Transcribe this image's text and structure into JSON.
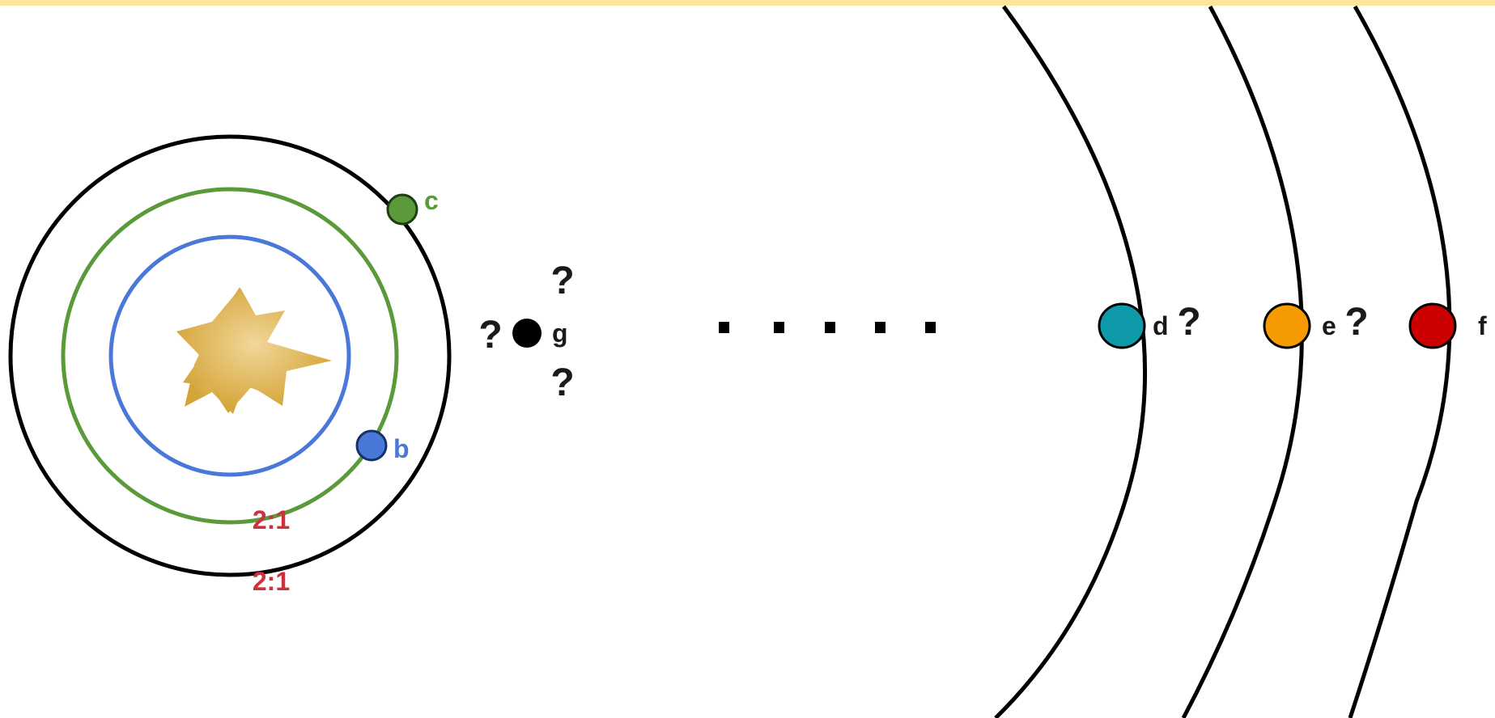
{
  "colors": {
    "top_band": "#fde59a",
    "star_outer": "#d4a437",
    "star_inner": "#f2d79a",
    "orbit_b": "#4a78d8",
    "orbit_c": "#5a9a3a",
    "orbit_g": "#000000",
    "ratio_text": "#d0303c",
    "planet_b": "#4a78d8",
    "planet_c": "#5a9a3a",
    "planet_g": "#000000",
    "planet_d": "#0e9aa8",
    "planet_e": "#f59a00",
    "planet_f": "#cc0000",
    "label_b": "#4a78d8",
    "label_c": "#5a9a3a",
    "label_dark": "#1a1a1a"
  },
  "planets": {
    "b": {
      "label": "b"
    },
    "c": {
      "label": "c"
    },
    "g": {
      "label": "g"
    },
    "d": {
      "label": "d"
    },
    "e": {
      "label": "e"
    },
    "f": {
      "label": "f"
    }
  },
  "ratios": {
    "inner": "2:1",
    "outer": "2:1"
  },
  "question_marks": {
    "g_top": "?",
    "g_left": "?",
    "g_bottom": "?",
    "d": "?",
    "e": "?"
  },
  "icons": {
    "star": "star-icon"
  }
}
